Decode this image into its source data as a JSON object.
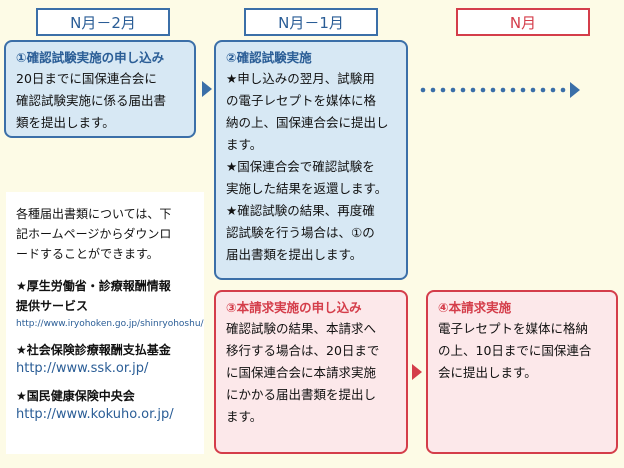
{
  "headers": [
    "N月－2月",
    "N月－1月",
    "N月"
  ],
  "step1": {
    "title": "①確認試験実施の申し込み",
    "lines": [
      "20日までに国保連合会に",
      "確認試験実施に係る届出書",
      "類を提出します。"
    ]
  },
  "step2": {
    "title": "②確認試験実施",
    "lines": [
      "★申し込みの翌月、試験用",
      "の電子レセプトを媒体に格",
      "納の上、国保連合会に提出し",
      "ます。",
      "★国保連合会で確認試験を",
      "実施した結果を返還します。",
      "★確認試験の結果、再度確",
      "認試験を行う場合は、①の",
      "届出書類を提出します。"
    ]
  },
  "step3": {
    "title": "③本請求実施の申し込み",
    "lines": [
      "確認試験の結果、本請求へ",
      "移行する場合は、20日まで",
      "に国保連合会に本請求実施",
      "にかかる届出書類を提出し",
      "ます。"
    ]
  },
  "step4": {
    "title": "④本請求実施",
    "lines": [
      "電子レセプトを媒体に格納",
      "の上、10日までに国保連合",
      "会に提出します。"
    ]
  },
  "info": {
    "intro": [
      "各種届出書類については、下",
      "記ホームページからダウンロ",
      "ードすることができます。"
    ],
    "links": [
      {
        "name": "★厚生労働省・診療報酬情報",
        "name2": "提供サービス",
        "url": "http://www.iryohoken.go.jp/shinryohoshu/"
      },
      {
        "name": "★社会保険診療報酬支払基金",
        "url": "http://www.ssk.or.jp/"
      },
      {
        "name": "★国民健康保険中央会",
        "url": "http://www.kokuho.or.jp/"
      }
    ]
  }
}
